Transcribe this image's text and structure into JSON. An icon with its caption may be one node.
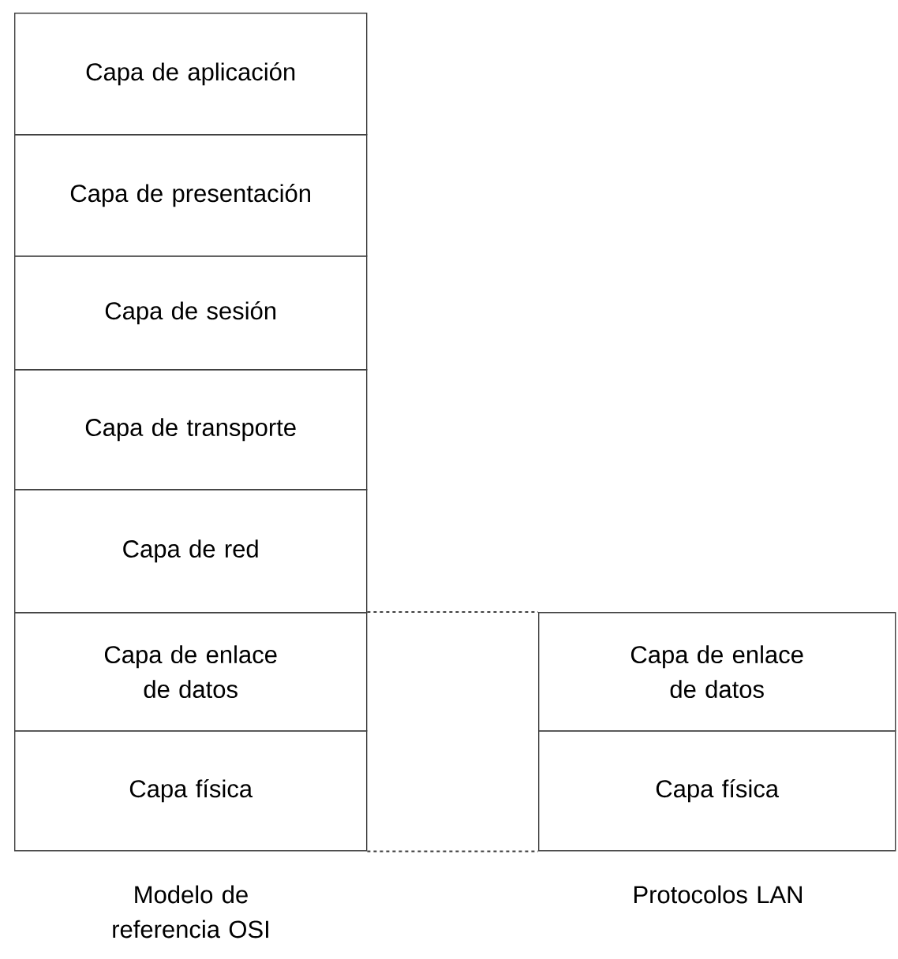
{
  "diagram": {
    "nodes": [
      {
        "text": [
          "Capa de aplicación"
        ]
      },
      {
        "text": [
          "Capa de presentación"
        ]
      },
      {
        "text": [
          "Capa de sesión"
        ]
      },
      {
        "text": [
          "Capa de transporte"
        ]
      },
      {
        "text": [
          "Capa de red"
        ]
      },
      {
        "text": [
          "Capa de enlace de datos"
        ]
      },
      {
        "text": [
          "Capa física"
        ]
      },
      {
        "text": [
          "Capa de enlace de datos"
        ]
      },
      {
        "text": [
          "Capa física"
        ]
      }
    ],
    "edges": [
      {
        "from": 5,
        "to": 7,
        "arrow": "none",
        "style": "dashed"
      },
      {
        "from": 6,
        "to": 8,
        "arrow": "none",
        "style": "dashed"
      }
    ],
    "labels": [
      "Modelo de referencia OSI",
      "Protocolos LAN"
    ]
  }
}
